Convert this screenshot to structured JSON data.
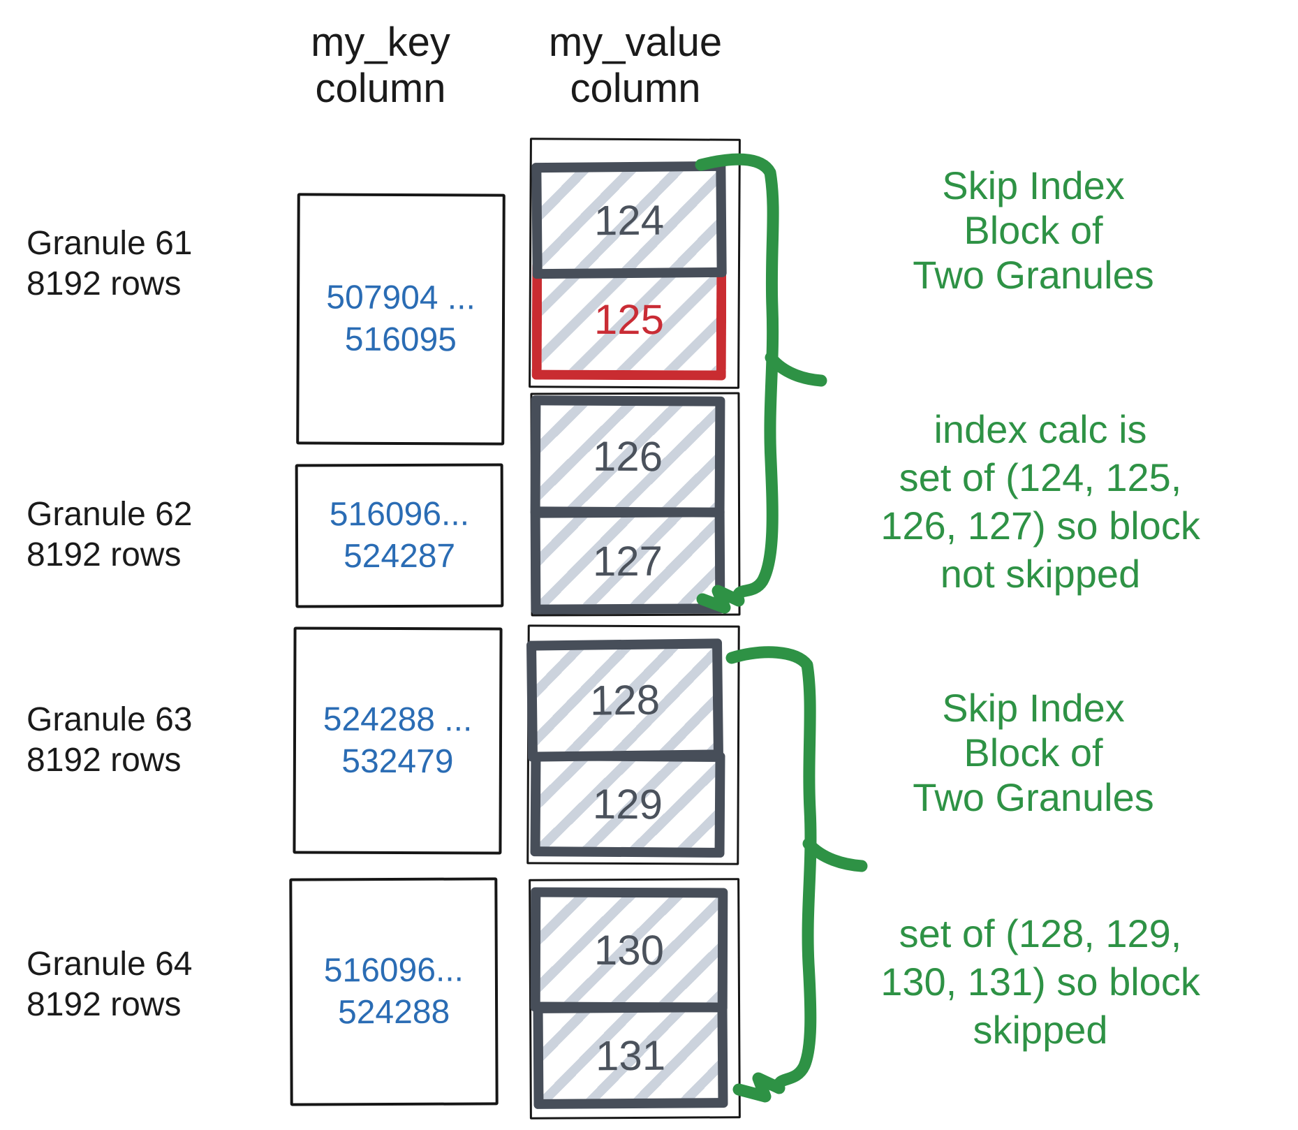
{
  "headers": {
    "key": [
      "my_key",
      "column"
    ],
    "value": [
      "my_value",
      "column"
    ]
  },
  "granules": [
    {
      "name": "Granule 61",
      "rows": "8192 rows",
      "key_range": [
        "507904 ...",
        "516095"
      ],
      "values": [
        "124",
        "125"
      ]
    },
    {
      "name": "Granule 62",
      "rows": "8192 rows",
      "key_range": [
        "516096...",
        "524287"
      ],
      "values": [
        "126",
        "127"
      ]
    },
    {
      "name": "Granule 63",
      "rows": "8192 rows",
      "key_range": [
        "524288 ...",
        "532479"
      ],
      "values": [
        "128",
        "129"
      ]
    },
    {
      "name": "Granule 64",
      "rows": "8192 rows",
      "key_range": [
        "516096...",
        "524288"
      ],
      "values": [
        "130",
        "131"
      ]
    }
  ],
  "highlight": {
    "value": "125"
  },
  "annotations": [
    {
      "lines": [
        "Skip Index",
        "Block of",
        "Two Granules"
      ]
    },
    {
      "lines": [
        "index calc is",
        "set of (124, 125,",
        "126, 127) so block",
        "not skipped"
      ]
    },
    {
      "lines": [
        "Skip Index",
        "Block of",
        "Two Granules"
      ]
    },
    {
      "lines": [
        "set of (128, 129,",
        "130, 131) so block",
        "skipped"
      ]
    }
  ],
  "colors": {
    "key_text_blue": "#2a6cb4",
    "block_border_dark": "#474e59",
    "highlight_red": "#c92c35",
    "annotation_green": "#2e9245",
    "hatch_gray": "#ccd3dd",
    "text_black": "#1a1a1a"
  }
}
